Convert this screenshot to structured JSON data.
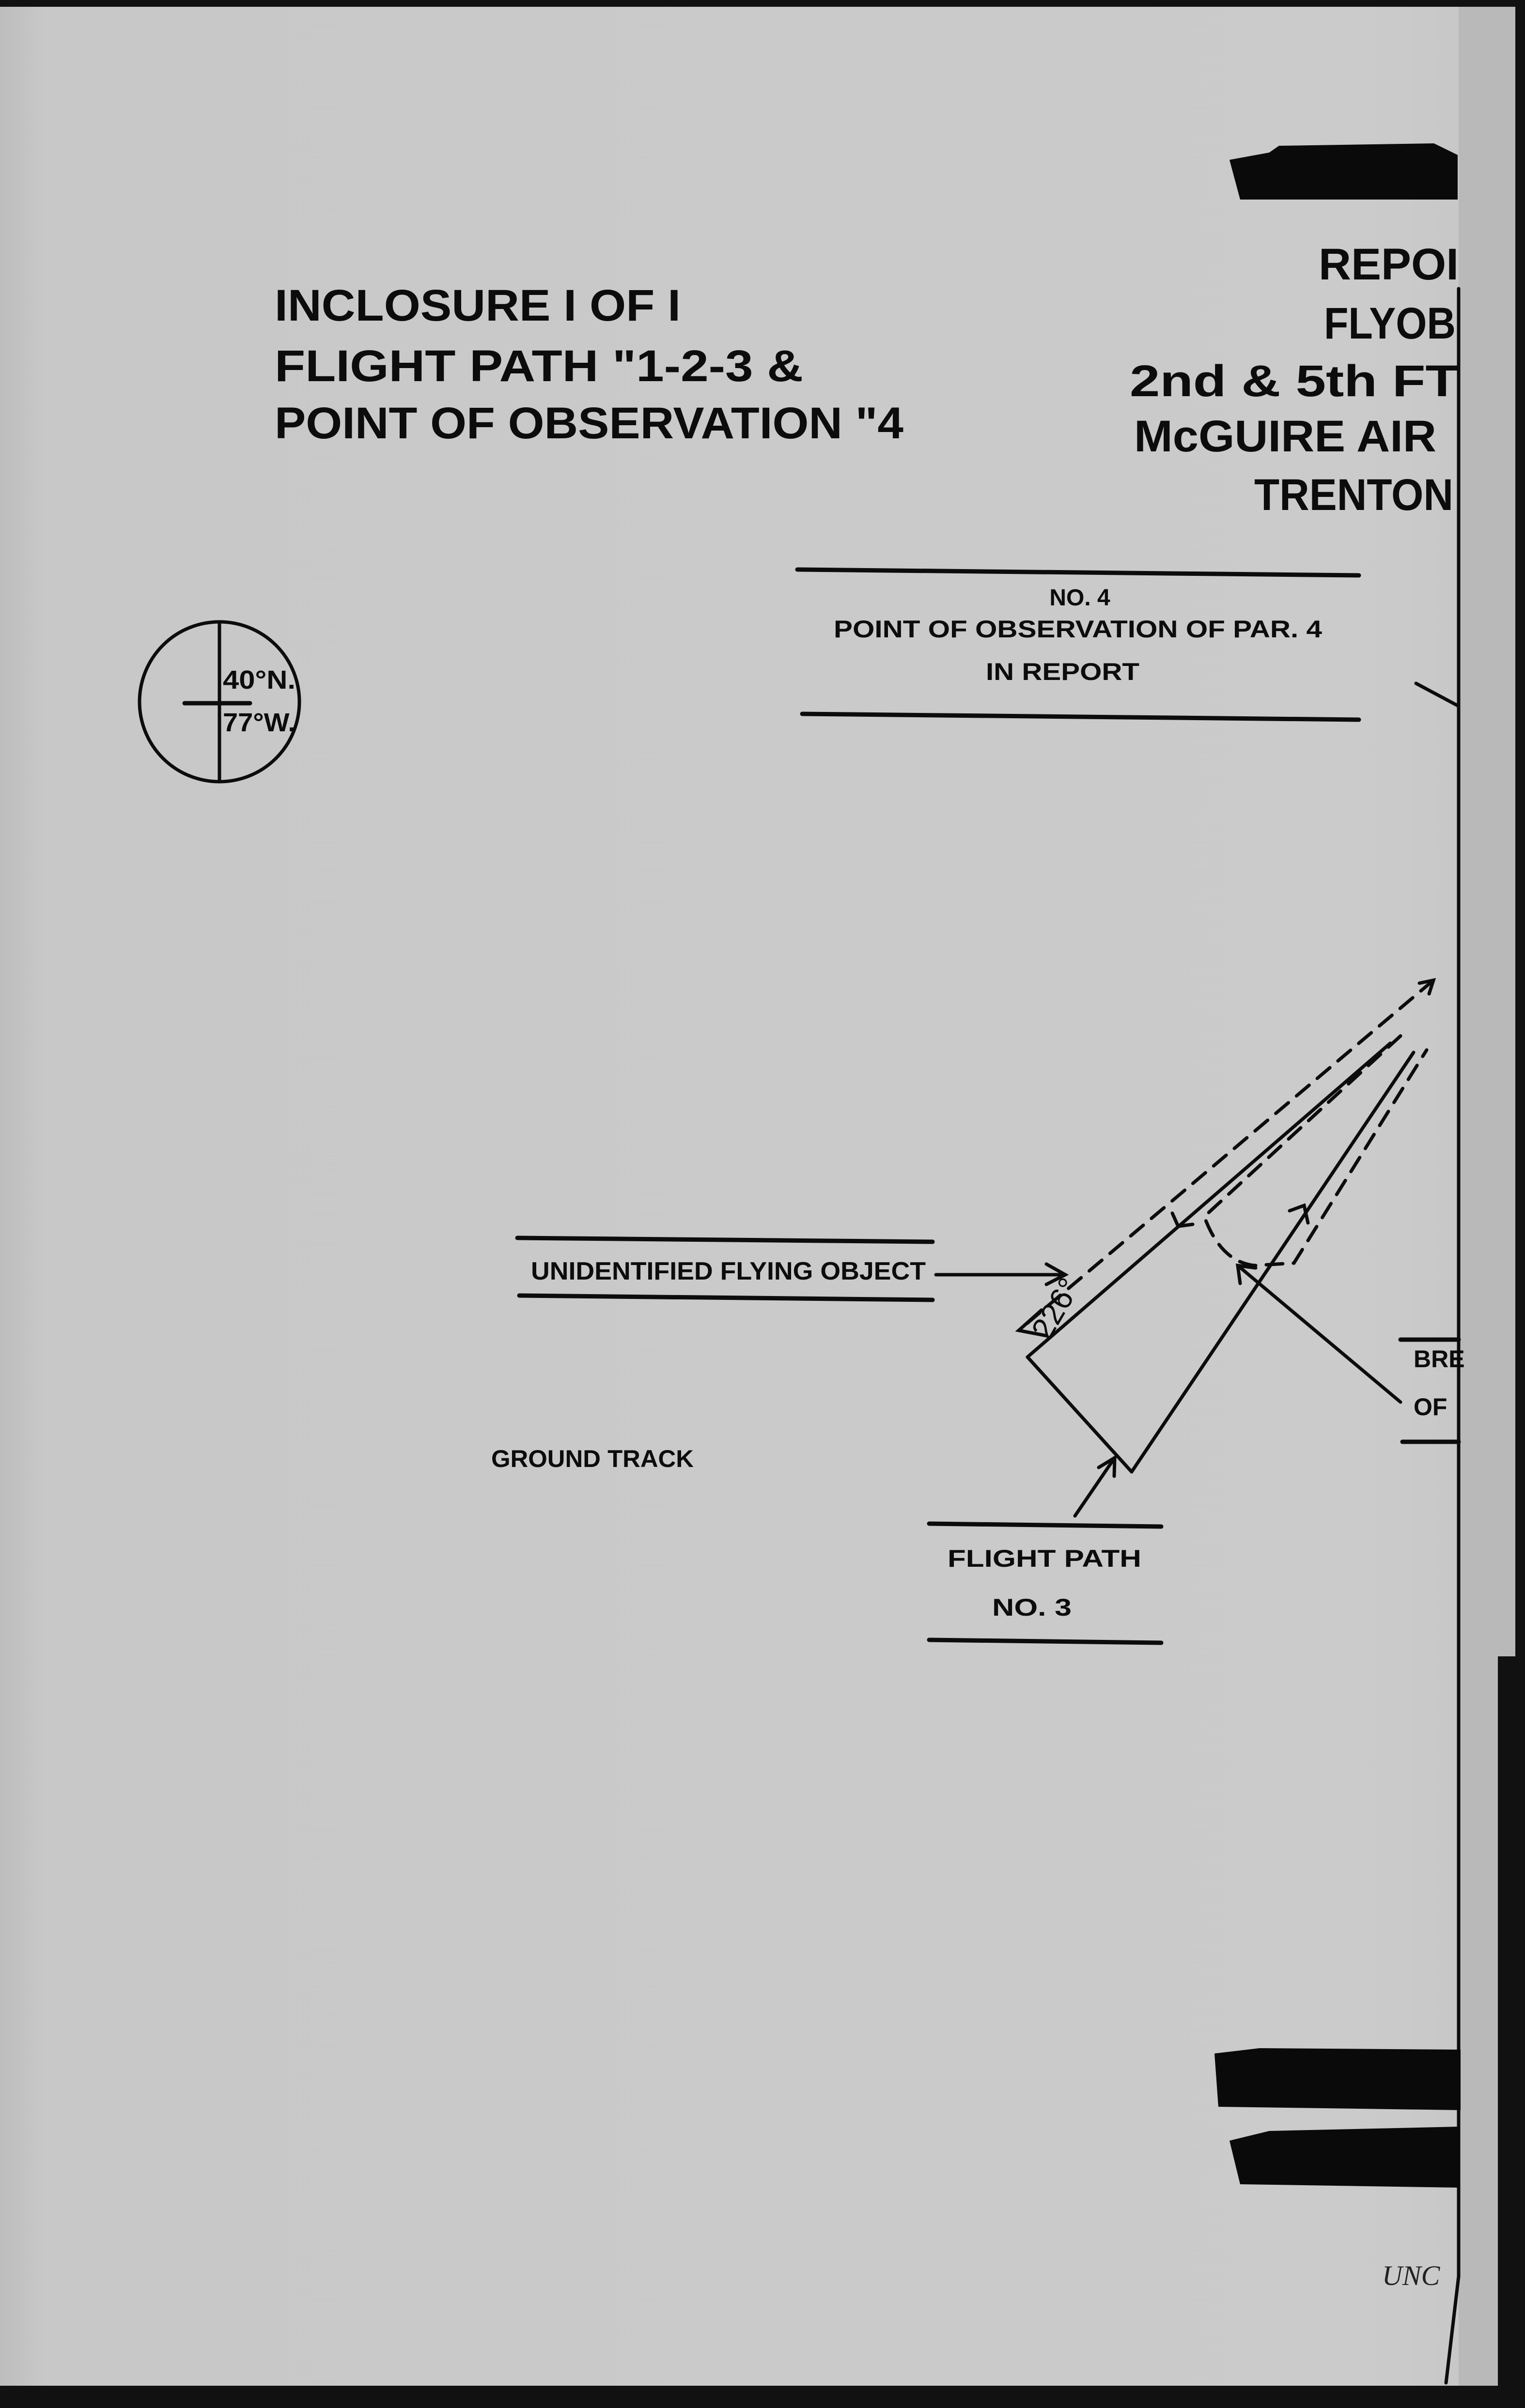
{
  "header_left": {
    "line1": "INCLOSURE  I OF I",
    "line2": "FLIGHT PATH \"1-2-3 &",
    "line3": "POINT OF OBSERVATION \"4"
  },
  "header_right": {
    "line1": "REPOI",
    "line2": "FLYOB",
    "line3": "2nd  &  5th  FT",
    "line4": "McGUIRE  AIR",
    "line5": "TRENTON"
  },
  "compass": {
    "lat": "40°N.",
    "lon": "77°W."
  },
  "observation_label": {
    "line1": "NO. 4",
    "line2": "POINT  OF  OBSERVATION  OF  PAR. 4",
    "line3": "IN  REPORT"
  },
  "ufo_label": "UNIDENTIFIED  FLYING  OBJECT",
  "ground_track_label": "GROUND  TRACK",
  "heading_label": "226°",
  "flight_path_label": {
    "line1": "FLIGHT  PATH",
    "line2": "NO. 3"
  },
  "break_label": {
    "line1": "BRE",
    "line2": "OF"
  },
  "stamp_bottom": "UNC",
  "colors": {
    "paper": "#c9c9c9",
    "ink": "#0c0c0c",
    "border": "#111111"
  }
}
